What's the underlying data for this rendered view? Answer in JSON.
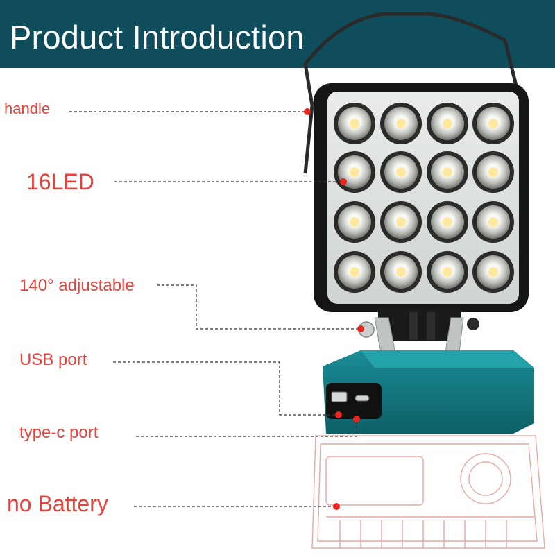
{
  "header": {
    "title": "Product Introduction"
  },
  "callouts": {
    "handle": "handle",
    "leds": "16LED",
    "angle": "140° adjustable",
    "usb": "USB port",
    "typec": "type-c port",
    "battery": "no Battery"
  },
  "colors": {
    "header_bg": "#0f4c5c",
    "label_red": "#e8413c",
    "base_teal": "#127a82"
  },
  "icons": {
    "handle": "wire-handle",
    "led": "led-emitter",
    "port": "usb-port"
  }
}
